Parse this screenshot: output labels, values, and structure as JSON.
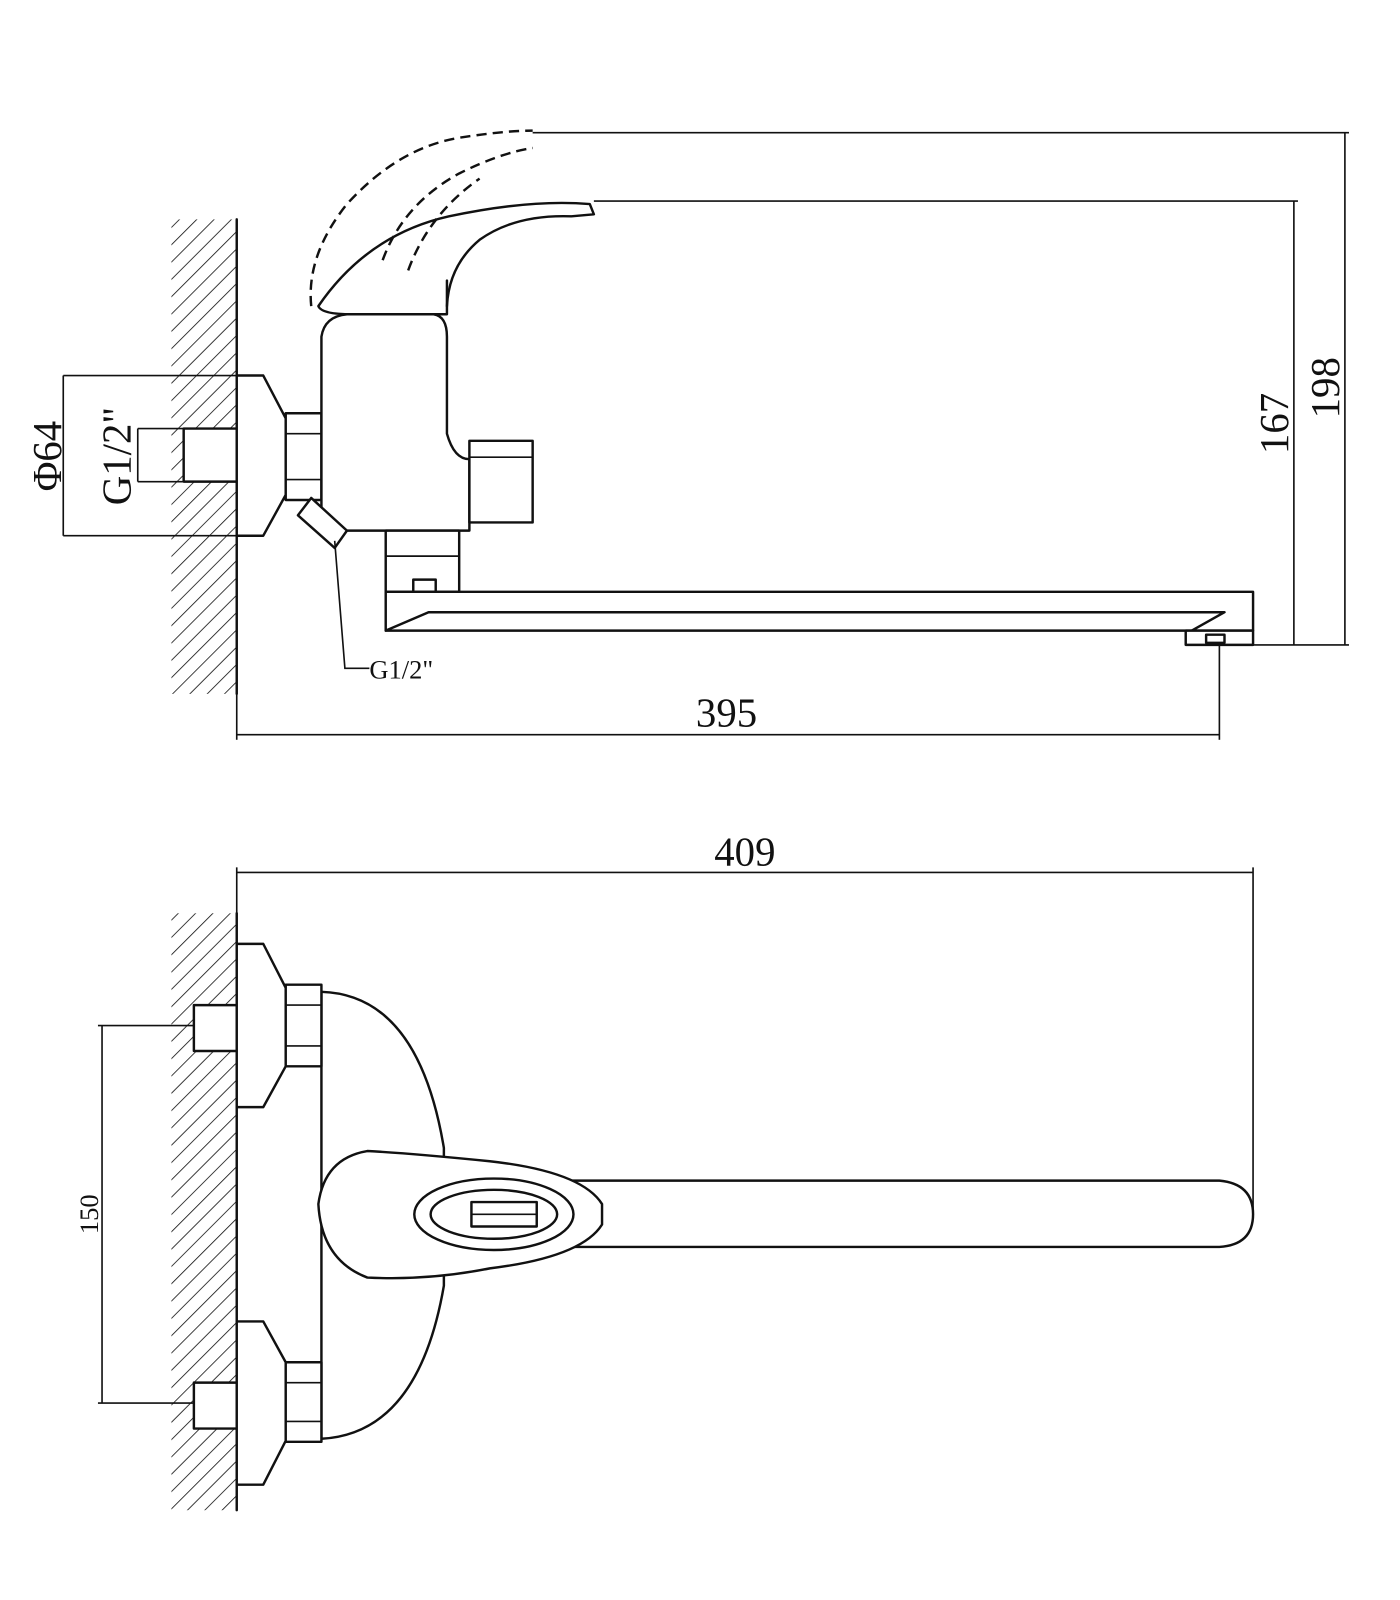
{
  "side_view": {
    "flange_diameter": "Φ64",
    "wall_thread": "G1/2\"",
    "outlet_thread": "G1/2\"",
    "projection": "395",
    "spout_height": "167",
    "total_height": "198"
  },
  "top_view": {
    "total_length": "409",
    "center_distance": "150"
  }
}
